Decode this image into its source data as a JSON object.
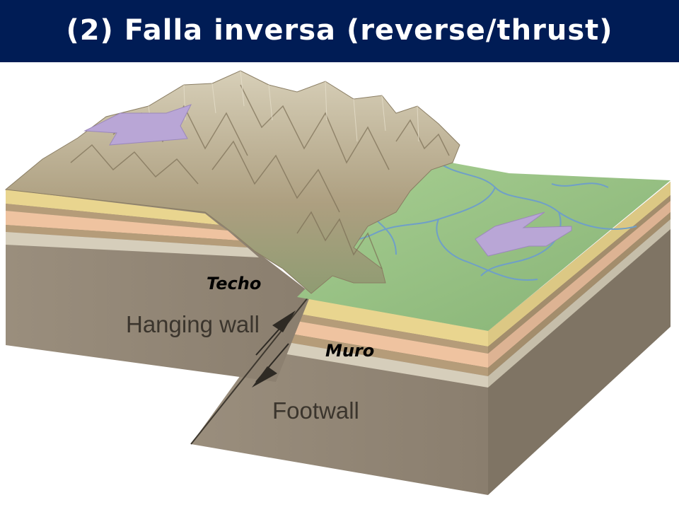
{
  "title": "(2) Falla inversa (reverse/thrust)",
  "labels": {
    "techo": "Techo",
    "hanging_wall": "Hanging wall",
    "muro": "Muro",
    "footwall": "Footwall"
  },
  "colors": {
    "title_bg": "#001c55",
    "title_text": "#ffffff",
    "arrow": "#b9a6d6",
    "mountain": "#b4a788",
    "plain": "#93bf82",
    "river": "#6f9fc8",
    "block_side": "#8e8272",
    "layer_yellow": "#e9d58f",
    "layer_tan": "#b59c79",
    "layer_peach": "#efc3a0",
    "layer_light": "#d6cebb"
  }
}
